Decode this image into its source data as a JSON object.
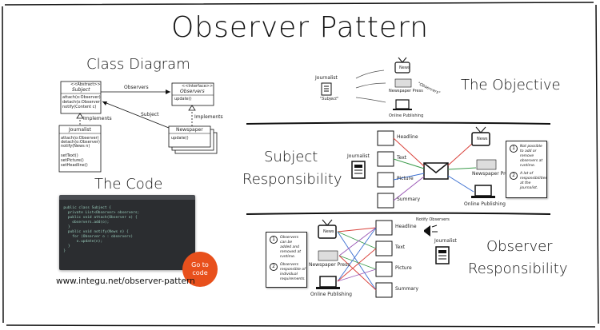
{
  "title": "Observer Pattern",
  "class_diagram": {
    "heading": "Class Diagram",
    "subject_stereotype": "<<Abstract>>",
    "subject_name": "Subject",
    "subject_members": [
      "attach(o:Observer)",
      "detach(o:Observer)",
      "notify(Content c)"
    ],
    "observers_stereotype": "<<Interface>>",
    "observers_name": "Observers",
    "observers_members": [
      "update()"
    ],
    "journalist_name": "Journalist",
    "journalist_members": [
      "attach(o:Observer)",
      "detach(o:Observer)",
      "notify(News n)",
      "setText()",
      "setPicture()",
      "setHeadline()"
    ],
    "newspaper_name": "Newspaper",
    "newspaper_members": [
      "update()"
    ],
    "label_observers": "Observers",
    "label_subject": "Subject",
    "label_implements_1": "Implements",
    "label_implements_2": "Implements"
  },
  "code": {
    "heading": "The Code",
    "button": [
      "Go to",
      "code"
    ],
    "url": "www.integu.net/observer-pattern"
  },
  "objective": {
    "heading": "The Objective",
    "journalist": "Journalist",
    "subject_tag": "\"Subject\"",
    "news_tv": "News",
    "newspaper_press": "Newspaper Press",
    "observers_tag": "\"Observers\"",
    "online": "Online Publishing"
  },
  "subject_resp": {
    "heading_line1": "Subject",
    "heading_line2": "Responsibility",
    "journalist": "Journalist",
    "items": [
      "Headline",
      "Text",
      "Picture",
      "Summary"
    ],
    "news_tv": "News",
    "newspaper_press": "Newspaper Press",
    "online": "Online Publishing",
    "notes": [
      {
        "num": "1",
        "text": "Not possible to add or remove observers at runtime."
      },
      {
        "num": "2",
        "text": "A lot of responsibilities at the journalist."
      }
    ]
  },
  "observer_resp": {
    "heading_line1": "Observer",
    "heading_line2": "Responsibility",
    "notify": "Notify Observers",
    "journalist": "Journalist",
    "items": [
      "Headline",
      "Text",
      "Picture",
      "Summary"
    ],
    "news_tv": "News",
    "newspaper_press": "Newspaper Press",
    "online": "Online Publishing",
    "notes": [
      {
        "num": "1",
        "text": "Observers can be added and removed at runtime."
      },
      {
        "num": "2",
        "text": "Observers responsible of individual requirements."
      }
    ]
  },
  "colors": {
    "code_bg": "#2b2d30",
    "go_button": "#e8501c",
    "arrow_red": "#d9413a",
    "arrow_green": "#3a9a4a",
    "arrow_blue": "#3b6fd1",
    "arrow_purple": "#9b59b6"
  }
}
